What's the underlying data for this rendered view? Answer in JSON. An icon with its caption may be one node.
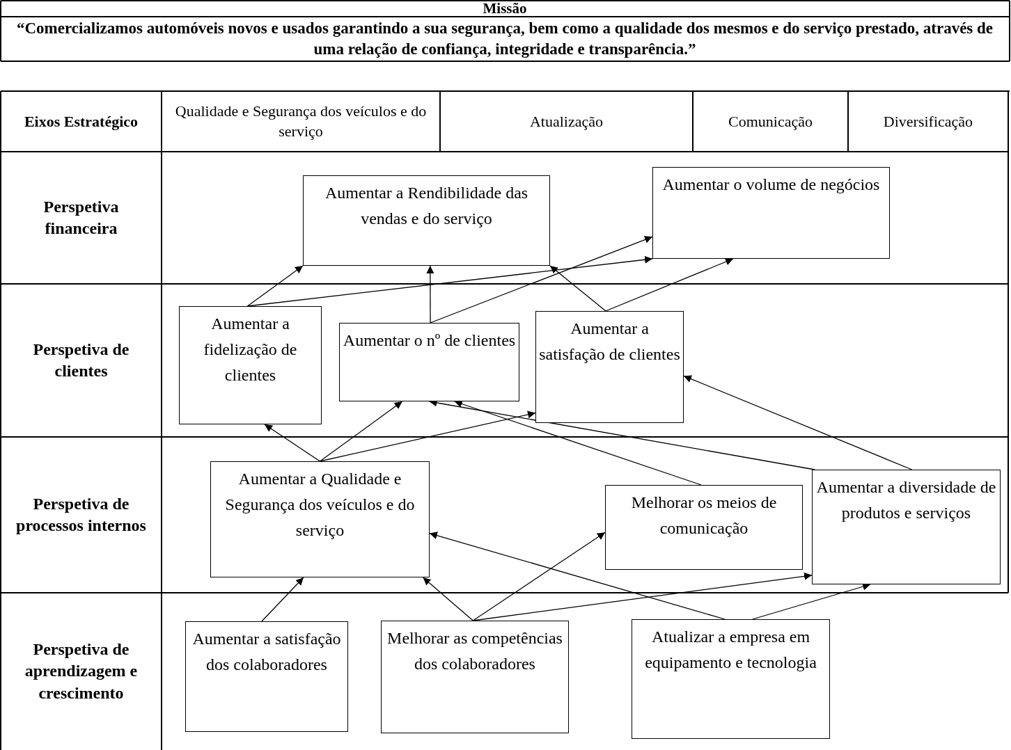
{
  "diagram": {
    "nodes": [
      {
        "text": [
          "Aumentar a Rendibilidade das vendas e do serviço"
        ]
      },
      {
        "text": [
          "Aumentar o volume de negócios"
        ]
      },
      {
        "text": [
          "Aumentar a fidelização de clientes"
        ]
      },
      {
        "text": [
          "Aumentar o nº de clientes"
        ]
      },
      {
        "text": [
          "Aumentar a satisfação de clientes"
        ]
      },
      {
        "text": [
          "Aumentar a Qualidade e Segurança dos veículos e do serviço"
        ]
      },
      {
        "text": [
          "Melhorar os meios de comunicação"
        ]
      },
      {
        "text": [
          "Aumentar a diversidade de produtos e serviços"
        ]
      },
      {
        "text": [
          "Aumentar a satisfação dos colaboradores"
        ]
      },
      {
        "text": [
          "Melhorar as competências dos colaboradores"
        ]
      },
      {
        "text": [
          "Atualizar a empresa em equipamento e tecnologia"
        ]
      }
    ],
    "edges": [
      {
        "from": 2,
        "to": 0,
        "arrow": "to"
      },
      {
        "from": 2,
        "to": 1,
        "arrow": "to"
      },
      {
        "from": 3,
        "to": 0,
        "arrow": "to"
      },
      {
        "from": 3,
        "to": 1,
        "arrow": "to"
      },
      {
        "from": 4,
        "to": 0,
        "arrow": "to"
      },
      {
        "from": 4,
        "to": 1,
        "arrow": "to"
      },
      {
        "from": 5,
        "to": 2,
        "arrow": "to"
      },
      {
        "from": 5,
        "to": 3,
        "arrow": "to"
      },
      {
        "from": 5,
        "to": 4,
        "arrow": "to"
      },
      {
        "from": 6,
        "to": 3,
        "arrow": "to"
      },
      {
        "from": 7,
        "to": 3,
        "arrow": "to"
      },
      {
        "from": 7,
        "to": 4,
        "arrow": "to"
      },
      {
        "from": 8,
        "to": 5,
        "arrow": "to"
      },
      {
        "from": 9,
        "to": 5,
        "arrow": "to"
      },
      {
        "from": 9,
        "to": 6,
        "arrow": "to"
      },
      {
        "from": 9,
        "to": 7,
        "arrow": "to"
      },
      {
        "from": 10,
        "to": 5,
        "arrow": "to"
      },
      {
        "from": 10,
        "to": 7,
        "arrow": "to"
      }
    ],
    "labels": [
      "Missão",
      "“Comercializamos automóveis novos e usados garantindo a sua segurança, bem como a qualidade dos mesmos e do serviço prestado, através de uma relação de confiança, integridade e transparência.”",
      "Eixos Estratégico",
      "Qualidade e Segurança dos veículos e do serviço",
      "Atualização",
      "Comunicação",
      "Diversificação",
      "Perspetiva financeira",
      "Perspetiva de clientes",
      "Perspetiva de processos internos",
      "Perspetiva de aprendizagem e crescimento"
    ]
  }
}
